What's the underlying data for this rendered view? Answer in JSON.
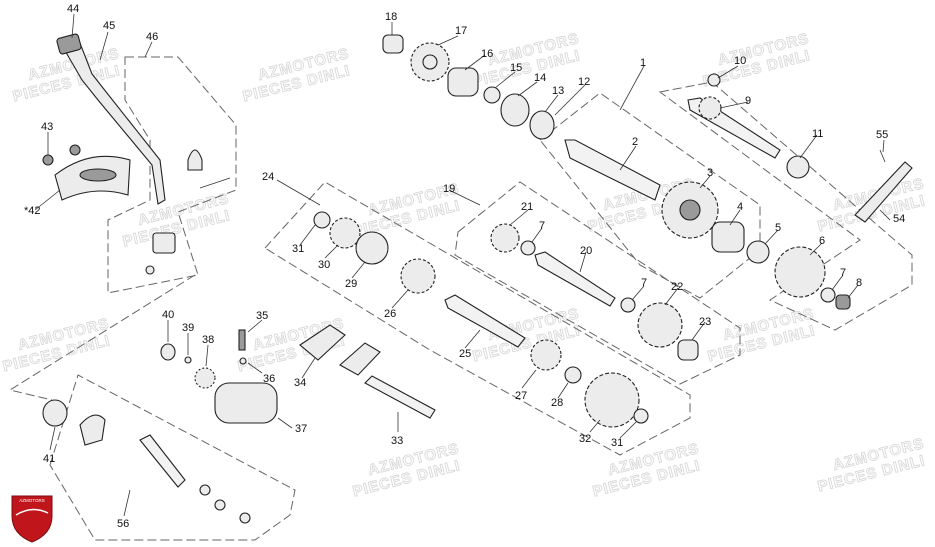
{
  "watermark": {
    "line1": "AZMOTORS",
    "line2": "PIECES DINLI"
  },
  "logo": {
    "text": "AZMOTORS",
    "color": "#c0161b"
  },
  "callouts": [
    {
      "id": "c44",
      "label": "44"
    },
    {
      "id": "c45",
      "label": "45"
    },
    {
      "id": "c46",
      "label": "46"
    },
    {
      "id": "c43",
      "label": "43"
    },
    {
      "id": "c42",
      "label": "*42"
    },
    {
      "id": "c18",
      "label": "18"
    },
    {
      "id": "c17",
      "label": "17"
    },
    {
      "id": "c16",
      "label": "16"
    },
    {
      "id": "c15",
      "label": "15"
    },
    {
      "id": "c14",
      "label": "14"
    },
    {
      "id": "c13",
      "label": "13"
    },
    {
      "id": "c12",
      "label": "12"
    },
    {
      "id": "c1",
      "label": "1"
    },
    {
      "id": "c10",
      "label": "10"
    },
    {
      "id": "c9",
      "label": "9"
    },
    {
      "id": "c11",
      "label": "11"
    },
    {
      "id": "c55",
      "label": "55"
    },
    {
      "id": "c2",
      "label": "2"
    },
    {
      "id": "c3",
      "label": "3"
    },
    {
      "id": "c4",
      "label": "4"
    },
    {
      "id": "c5",
      "label": "5"
    },
    {
      "id": "c6",
      "label": "6"
    },
    {
      "id": "c54",
      "label": "54"
    },
    {
      "id": "c7a",
      "label": "7"
    },
    {
      "id": "c8",
      "label": "8"
    },
    {
      "id": "c24",
      "label": "24"
    },
    {
      "id": "c19",
      "label": "19"
    },
    {
      "id": "c21",
      "label": "21"
    },
    {
      "id": "c7b",
      "label": "7"
    },
    {
      "id": "c20",
      "label": "20"
    },
    {
      "id": "c7c",
      "label": "7"
    },
    {
      "id": "c22",
      "label": "22"
    },
    {
      "id": "c23",
      "label": "23"
    },
    {
      "id": "c31a",
      "label": "31"
    },
    {
      "id": "c30",
      "label": "30"
    },
    {
      "id": "c29",
      "label": "29"
    },
    {
      "id": "c26",
      "label": "26"
    },
    {
      "id": "c25",
      "label": "25"
    },
    {
      "id": "c27",
      "label": "27"
    },
    {
      "id": "c28",
      "label": "28"
    },
    {
      "id": "c32",
      "label": "32"
    },
    {
      "id": "c31b",
      "label": "31"
    },
    {
      "id": "c40",
      "label": "40"
    },
    {
      "id": "c39",
      "label": "39"
    },
    {
      "id": "c38",
      "label": "38"
    },
    {
      "id": "c35",
      "label": "35"
    },
    {
      "id": "c36",
      "label": "36"
    },
    {
      "id": "c34",
      "label": "34"
    },
    {
      "id": "c37",
      "label": "37"
    },
    {
      "id": "c33",
      "label": "33"
    },
    {
      "id": "c41",
      "label": "41"
    },
    {
      "id": "c56",
      "label": "56"
    }
  ]
}
